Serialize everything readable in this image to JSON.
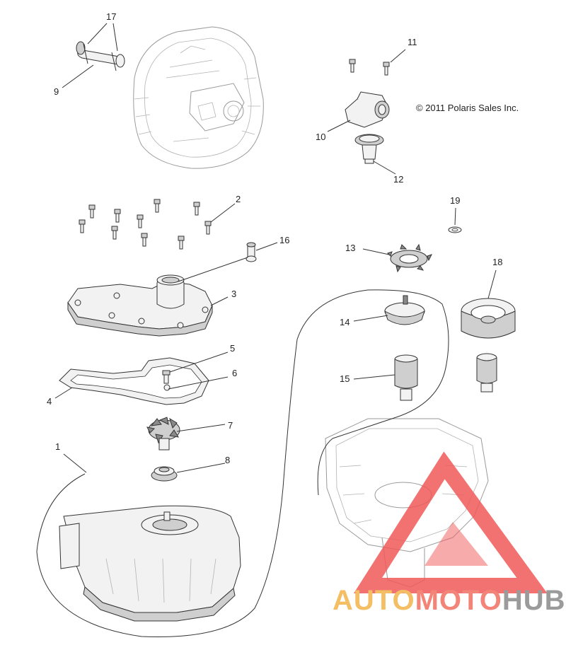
{
  "copyright": "© 2011 Polaris Sales Inc.",
  "callouts": {
    "c1": "1",
    "c2": "2",
    "c3": "3",
    "c4": "4",
    "c5": "5",
    "c6": "6",
    "c7": "7",
    "c8": "8",
    "c9": "9",
    "c10": "10",
    "c11": "11",
    "c12": "12",
    "c13": "13",
    "c14": "14",
    "c15": "15",
    "c16": "16",
    "c17": "17",
    "c18": "18",
    "c19": "19"
  },
  "watermark": {
    "part_a": "AUTO",
    "part_b": "MOTO",
    "part_c": "HUB",
    "color_a": "#f2b34a",
    "color_b": "#f07060",
    "color_c": "#8a8a8a",
    "triangle_color": "#f05a5a"
  }
}
